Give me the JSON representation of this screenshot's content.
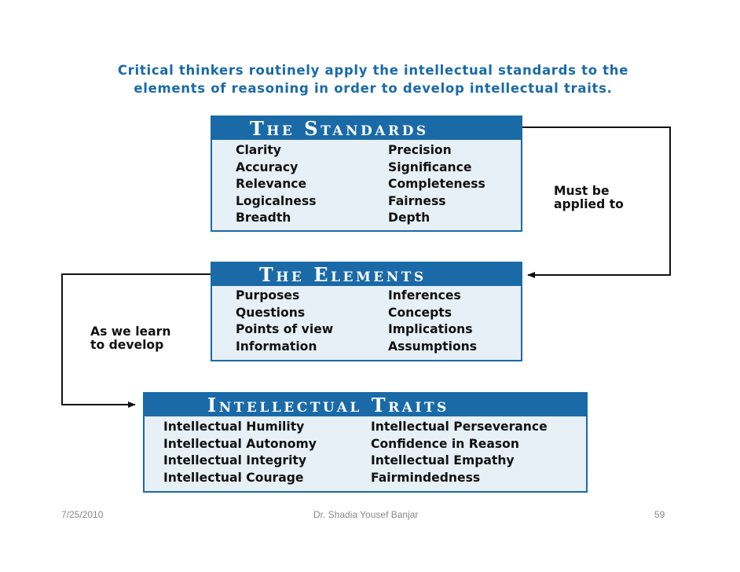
{
  "heading": {
    "line1": "Critical thinkers routinely apply the intellectual standards to the",
    "line2": "elements of reasoning in order to develop intellectual traits."
  },
  "standards": {
    "title": "The Standards",
    "col1": [
      "Clarity",
      "Accuracy",
      "Relevance",
      "Logicalness",
      "Breadth"
    ],
    "col2": [
      "Precision",
      "Significance",
      "Completeness",
      "Fairness",
      "Depth"
    ]
  },
  "elements": {
    "title": "The Elements",
    "col1": [
      "Purposes",
      "Questions",
      "Points of view",
      "Information"
    ],
    "col2": [
      "Inferences",
      "Concepts",
      "Implications",
      "Assumptions"
    ]
  },
  "traits": {
    "title": "Intellectual Traits",
    "col1": [
      "Intellectual Humility",
      "Intellectual Autonomy",
      "Intellectual Integrity",
      "Intellectual Courage"
    ],
    "col2": [
      "Intellectual Perseverance",
      "Confidence in Reason",
      "Intellectual Empathy",
      "Fairmindedness"
    ]
  },
  "connectors": {
    "applied_line1": "Must be",
    "applied_line2": "applied to",
    "develop_line1": "As we learn",
    "develop_line2": "to develop"
  },
  "footer": {
    "date": "7/25/2010",
    "author": "Dr. Shadia Yousef Banjar",
    "page": "59"
  },
  "colors": {
    "accent": "#1a6aa8",
    "box_fill": "#e6f0f6",
    "text": "#111111"
  }
}
